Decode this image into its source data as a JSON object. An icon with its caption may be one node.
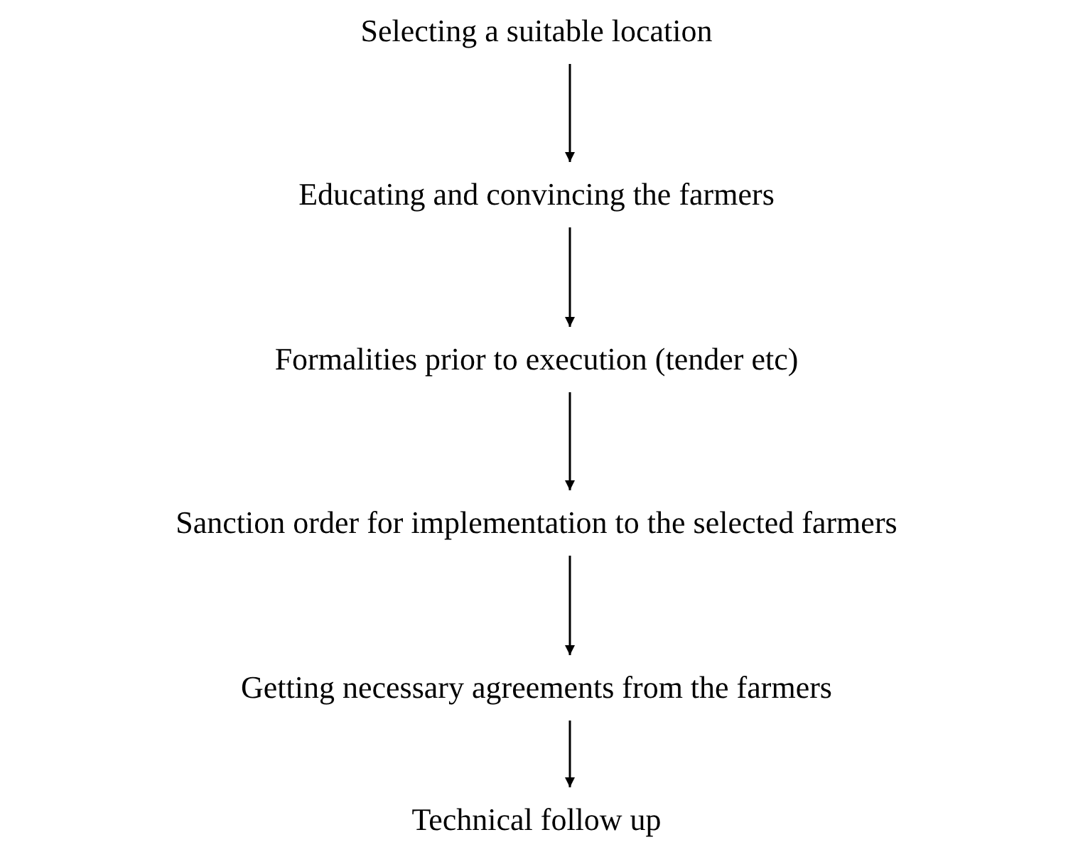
{
  "diagram": {
    "nodes": [
      {
        "text": [
          "Selecting a suitable location"
        ]
      },
      {
        "text": [
          "Educating and convincing the farmers"
        ]
      },
      {
        "text": [
          "Formalities prior to execution (tender etc)"
        ]
      },
      {
        "text": [
          "Sanction order for implementation to the selected farmers"
        ]
      },
      {
        "text": [
          "Getting necessary agreements from the farmers"
        ]
      },
      {
        "text": [
          "Technical follow up"
        ]
      }
    ],
    "edges": [
      {
        "from": 0,
        "to": 1,
        "arrow": "to"
      },
      {
        "from": 1,
        "to": 2,
        "arrow": "to"
      },
      {
        "from": 2,
        "to": 3,
        "arrow": "to"
      },
      {
        "from": 3,
        "to": 4,
        "arrow": "to"
      },
      {
        "from": 4,
        "to": 5,
        "arrow": "to"
      }
    ]
  }
}
